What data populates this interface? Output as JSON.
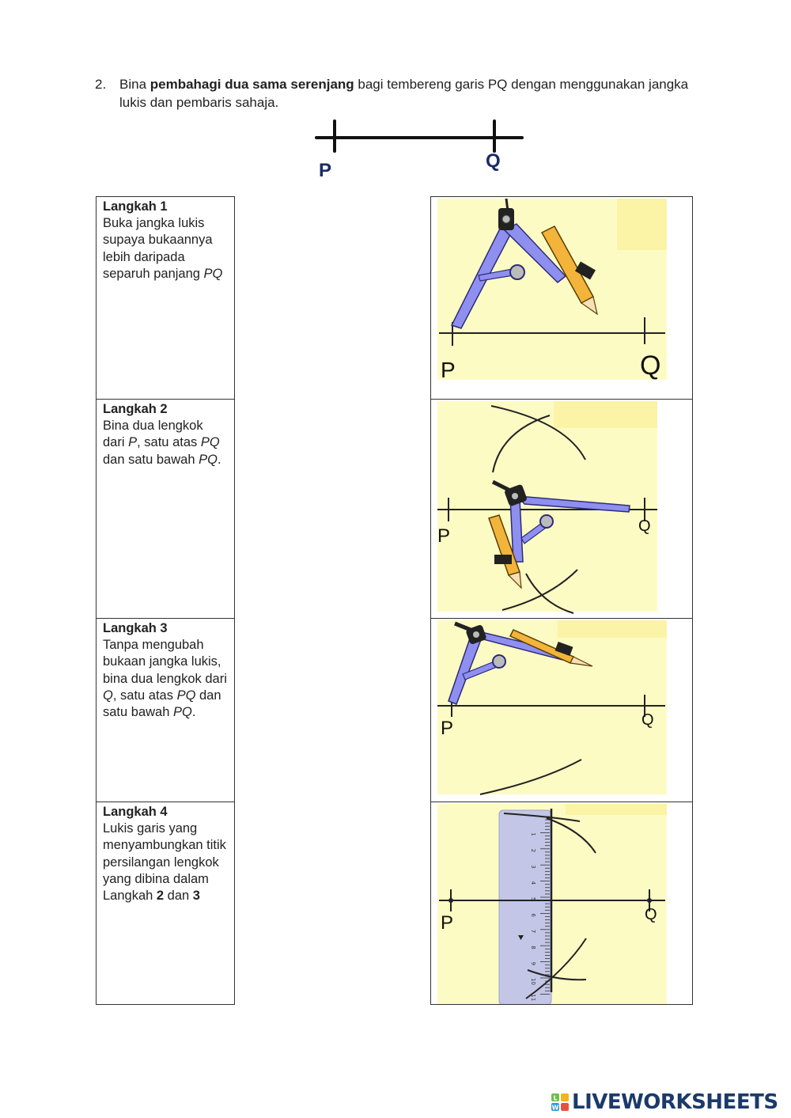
{
  "question": {
    "number": "2.",
    "before": "Bina ",
    "bold": "pembahagi dua sama serenjang",
    "after": " bagi tembereng garis PQ dengan menggunakan jangka lukis dan pembaris sahaja."
  },
  "points": {
    "p": "P",
    "q": "Q"
  },
  "steps": [
    {
      "title": "Langkah 1",
      "desc": [
        "Buka jangka lukis supaya bukaannya lebih daripada separuh panjang ",
        {
          "i": "PQ"
        }
      ]
    },
    {
      "title": "Langkah 2",
      "desc": [
        "Bina dua lengkok dari ",
        {
          "i": "P"
        },
        ", satu atas ",
        {
          "i": "PQ"
        },
        " dan satu bawah ",
        {
          "i": "PQ"
        },
        "."
      ]
    },
    {
      "title": "Langkah 3",
      "desc": [
        "Tanpa mengubah bukaan jangka lukis, bina dua lengkok dari ",
        {
          "i": "Q"
        },
        ", satu atas ",
        {
          "i": "PQ"
        },
        " dan satu bawah ",
        {
          "i": "PQ"
        },
        "."
      ]
    },
    {
      "title": "Langkah 4",
      "desc": [
        "Lukis garis yang menyambungkan titik persilangan lengkok yang dibina dalam Langkah ",
        {
          "b": "2"
        },
        " dan ",
        {
          "b": "3"
        }
      ]
    }
  ],
  "ruler_ticks": [
    "1",
    "2",
    "3",
    "4",
    "5",
    "6",
    "7",
    "8",
    "9",
    "10",
    "11"
  ],
  "brand": {
    "text": "LIVEWORKSHEETS",
    "mark_letters": [
      "L",
      "W"
    ]
  },
  "colors": {
    "panel": "#fdfbc4",
    "compass": "#8f8ff0",
    "pencil": "#f2b43a",
    "ruler": "#c3c6e6"
  }
}
